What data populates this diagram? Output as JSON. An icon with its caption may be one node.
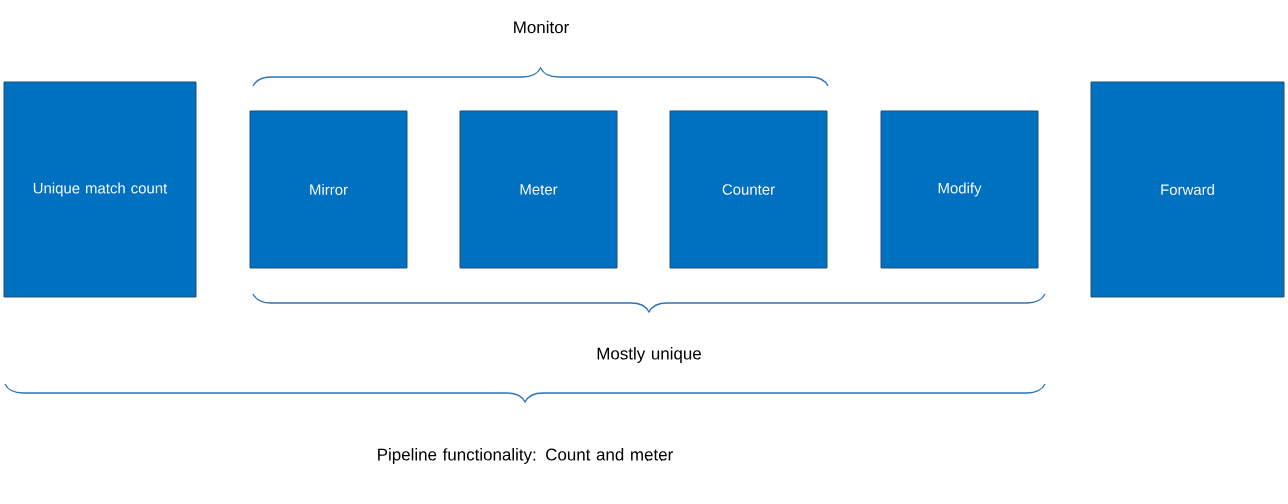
{
  "diagram": {
    "nodes": [
      {
        "text": [
          "Unique match count"
        ]
      },
      {
        "text": [
          "Mirror"
        ]
      },
      {
        "text": [
          "Meter"
        ]
      },
      {
        "text": [
          "Counter"
        ]
      },
      {
        "text": [
          "Modify"
        ]
      },
      {
        "text": [
          "Forward"
        ]
      }
    ],
    "labels": [
      "Monitor",
      "Mostly unique",
      "Pipeline functionality: Count and meter"
    ]
  }
}
